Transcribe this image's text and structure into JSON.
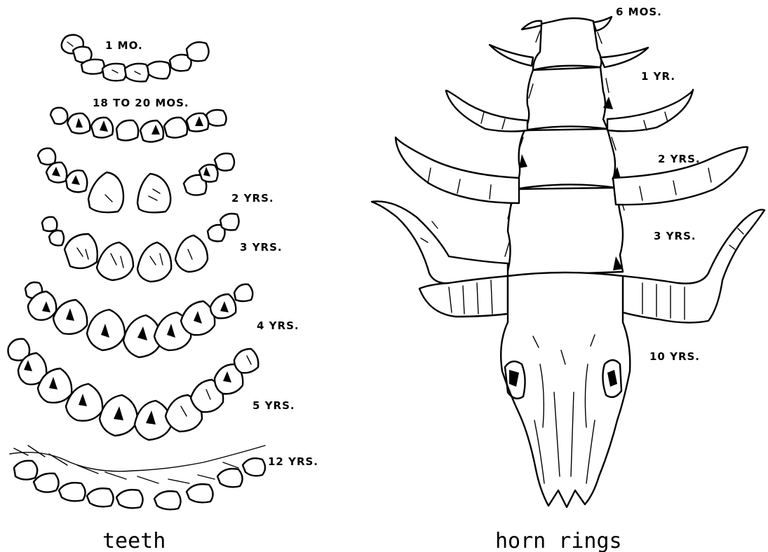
{
  "teeth": {
    "caption": "teeth",
    "stages": [
      {
        "label": "1 MO."
      },
      {
        "label": "18 TO 20 MOS."
      },
      {
        "label": "2 YRS."
      },
      {
        "label": "3 YRS."
      },
      {
        "label": "4 YRS."
      },
      {
        "label": "5 YRS."
      },
      {
        "label": "12 YRS."
      }
    ]
  },
  "horn_rings": {
    "caption": "horn rings",
    "stages": [
      {
        "label": "6 MOS."
      },
      {
        "label": "1 YR."
      },
      {
        "label": "2 YRS."
      },
      {
        "label": "3 YRS."
      },
      {
        "label": "10 YRS."
      }
    ]
  }
}
